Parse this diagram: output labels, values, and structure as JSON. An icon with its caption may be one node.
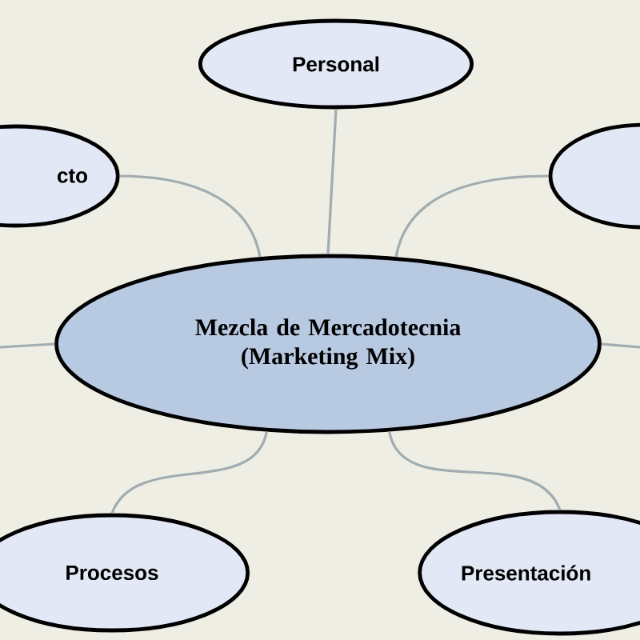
{
  "diagram": {
    "nodes": [
      {
        "text": [
          "Mezcla de Mercadotecnia (Marketing Mix)"
        ]
      },
      {
        "text": [
          "Personal"
        ]
      },
      {
        "text": [
          "cto"
        ]
      },
      {
        "text": [],
        "shape": "ellipse"
      },
      {
        "text": [
          "Procesos"
        ]
      },
      {
        "text": [
          "Presentación"
        ]
      }
    ],
    "edges": [
      {
        "from": 0,
        "to": 1,
        "arrow": "none"
      },
      {
        "from": 0,
        "to": 2,
        "arrow": "none"
      },
      {
        "from": 0,
        "to": 3,
        "arrow": "none"
      },
      {
        "from": 0,
        "to": 4,
        "arrow": "none"
      },
      {
        "from": 0,
        "to": 5,
        "arrow": "none"
      },
      {
        "from": 0,
        "to": null,
        "arrow": "none"
      },
      {
        "from": 0,
        "to": null,
        "arrow": "none"
      }
    ]
  }
}
